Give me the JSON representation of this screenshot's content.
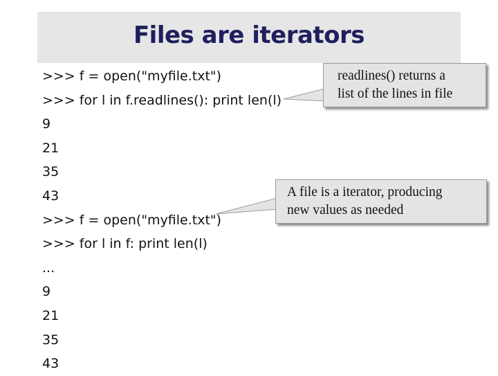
{
  "slide": {
    "title": "Files are iterators"
  },
  "code_lines": [
    ">>> f = open(\"myfile.txt\")",
    ">>> for l in f.readlines(): print len(l)",
    "9",
    "21",
    "35",
    "43",
    ">>> f = open(\"myfile.txt\")",
    ">>> for l in f: print len(l)",
    "...",
    "9",
    "21",
    "35",
    "43"
  ],
  "callouts": {
    "readlines": {
      "line1": "readlines() returns a",
      "line2": "list of the lines in file"
    },
    "iterator": {
      "line1": "A file is a iterator, producing",
      "line2": "new values as needed"
    }
  },
  "colors": {
    "title_text": "#1f1f5e",
    "title_background": "#e6e6e6",
    "callout_background": "#e4e4e4"
  }
}
